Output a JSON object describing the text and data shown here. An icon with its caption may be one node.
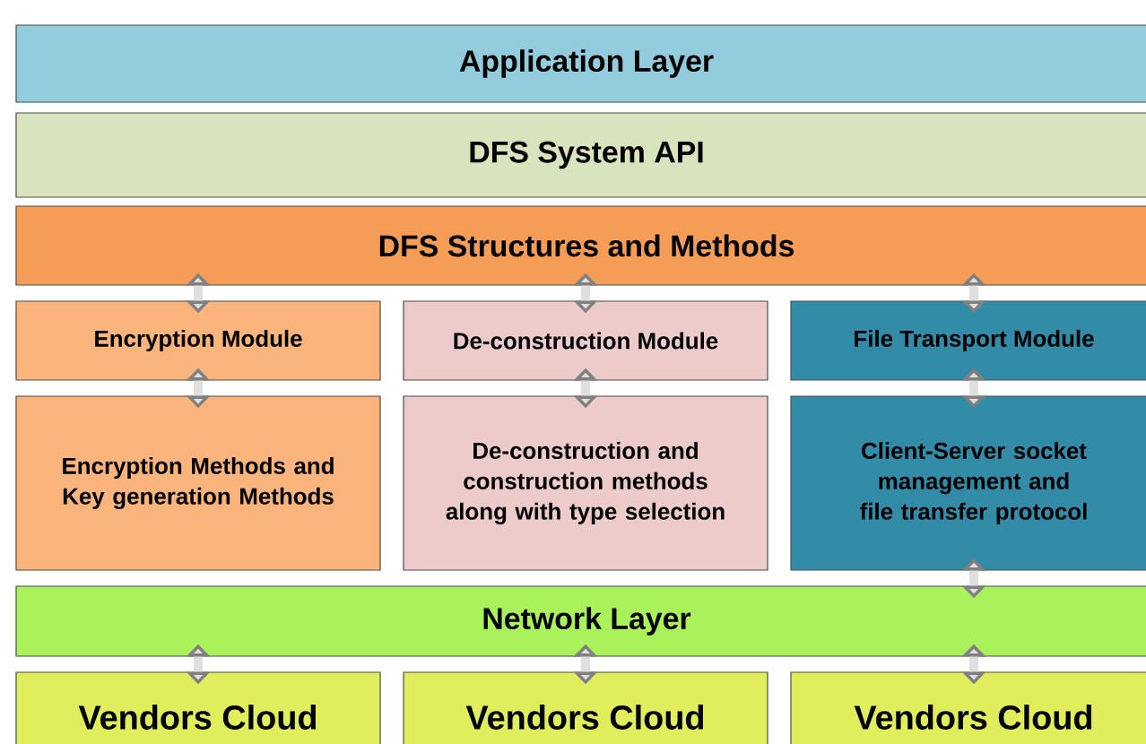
{
  "diagram": {
    "nodes": [
      {
        "text": [
          "Application Layer"
        ]
      },
      {
        "text": [
          "DFS System API"
        ]
      },
      {
        "text": [
          "DFS Structures and Methods"
        ]
      },
      {
        "text": [
          "Encryption Module"
        ]
      },
      {
        "text": [
          "De-construction Module"
        ]
      },
      {
        "text": [
          "File Transport Module"
        ]
      },
      {
        "text": [
          "Encryption Methods and Key generation Methods"
        ]
      },
      {
        "text": [
          "De-construction and construction methods along with type selection"
        ]
      },
      {
        "text": [
          "Client-Server socket management and file transfer protocol"
        ]
      },
      {
        "text": [
          "Network Layer"
        ]
      },
      {
        "text": [
          "Vendors Cloud"
        ]
      },
      {
        "text": [
          "Vendors Cloud"
        ]
      },
      {
        "text": [
          "Vendors Cloud"
        ]
      }
    ],
    "edges": [
      {
        "from": 2,
        "to": 3,
        "arrow": "both"
      },
      {
        "from": 2,
        "to": 4,
        "arrow": "both"
      },
      {
        "from": 2,
        "to": 5,
        "arrow": "both"
      },
      {
        "from": 3,
        "to": 6,
        "arrow": "both"
      },
      {
        "from": 4,
        "to": 7,
        "arrow": "both"
      },
      {
        "from": 5,
        "to": 8,
        "arrow": "both"
      },
      {
        "from": 8,
        "to": 9,
        "arrow": "both"
      },
      {
        "from": 9,
        "to": 10,
        "arrow": "both"
      },
      {
        "from": 9,
        "to": 11,
        "arrow": "both"
      },
      {
        "from": 9,
        "to": 12,
        "arrow": "both"
      }
    ]
  }
}
